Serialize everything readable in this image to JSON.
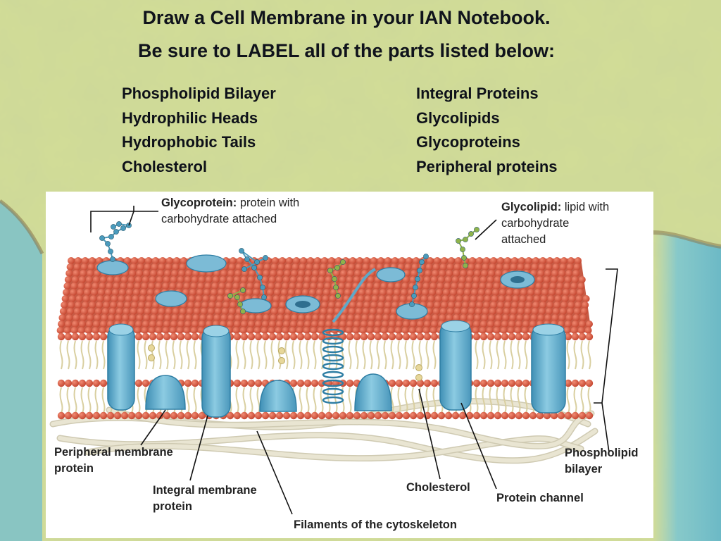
{
  "slide": {
    "title_line1": "Draw a Cell Membrane in your IAN Notebook.",
    "title_line2": "Be sure to LABEL all of the parts listed below:",
    "parts_left": [
      "Phospholipid Bilayer",
      "Hydrophilic Heads",
      "Hydrophobic Tails",
      "Cholesterol"
    ],
    "parts_right": [
      "Integral Proteins",
      "Glycolipids",
      "Glycoproteins",
      "Peripheral proteins"
    ]
  },
  "diagram": {
    "glycoprotein": {
      "term": "Glycoprotein:",
      "line1": " protein with",
      "line2": "carbohydrate attached"
    },
    "glycolipid": {
      "term": "Glycolipid:",
      "line1": " lipid with",
      "line2": "carbohydrate",
      "line3": "attached"
    },
    "peripheral": {
      "line1": "Peripheral membrane",
      "line2": "protein"
    },
    "integral": {
      "line1": "Integral membrane",
      "line2": "protein"
    },
    "filaments": "Filaments of the cytoskeleton",
    "cholesterol": "Cholesterol",
    "channel": "Protein channel",
    "bilayer": {
      "line1": "Phospholipid",
      "line2": "bilayer"
    }
  },
  "colors": {
    "head": "#d4553f",
    "tail": "#d9cfa0",
    "protein": "#5fa8c8",
    "protein_dark": "#2e7ea4",
    "glycolipid_sugar": "#8fb34a",
    "glycoprotein_sugar": "#4a9bbd",
    "cholesterol": "#e7d79a",
    "filament": "#e9e5d2"
  }
}
